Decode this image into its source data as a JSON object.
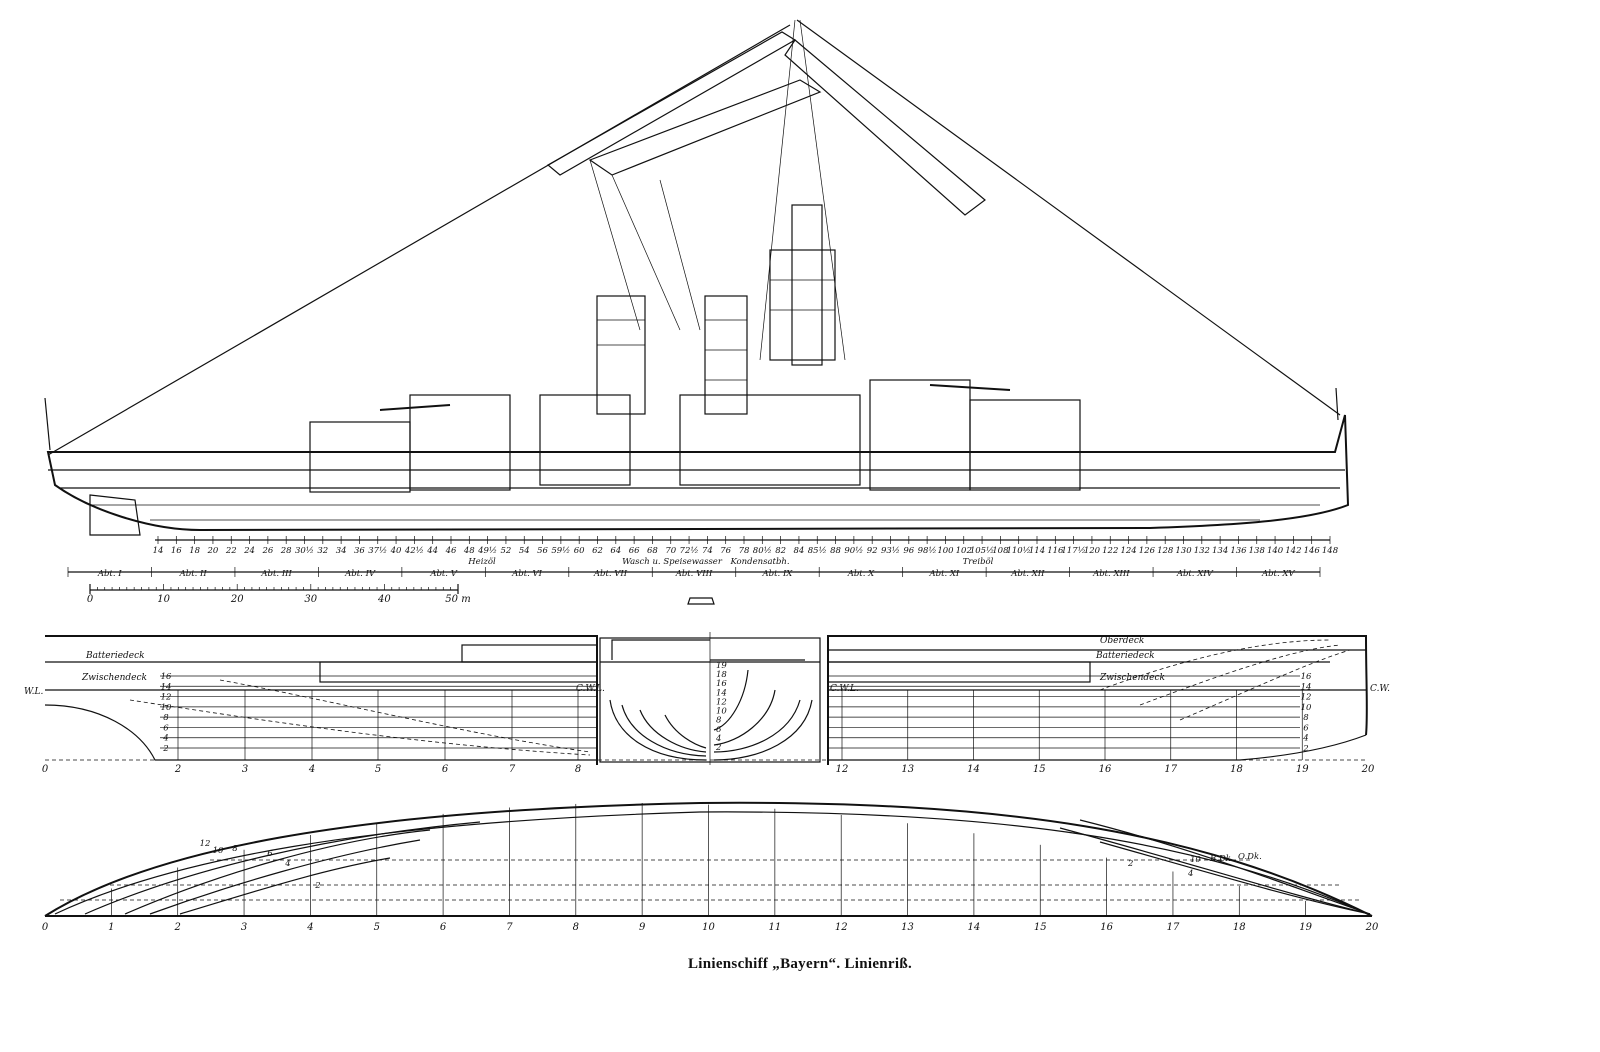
{
  "caption": "Linienschiff „Bayern“. Linienriß.",
  "profile": {
    "frame_numbers": [
      "14",
      "16",
      "18",
      "20",
      "22",
      "24",
      "26",
      "28",
      "30½",
      "32",
      "34",
      "36",
      "37½",
      "40",
      "42½",
      "44",
      "46",
      "48",
      "49½",
      "52",
      "54",
      "56",
      "59½",
      "60",
      "62",
      "64",
      "66",
      "68",
      "70",
      "72½",
      "74",
      "76",
      "78",
      "80½",
      "82",
      "84",
      "85½",
      "88",
      "90½",
      "92",
      "93½",
      "96",
      "98½",
      "100",
      "102",
      "105½",
      "108",
      "110½",
      "114",
      "116",
      "117½",
      "120",
      "122",
      "124",
      "126",
      "128",
      "130",
      "132",
      "134",
      "136",
      "138",
      "140",
      "142",
      "146",
      "148"
    ],
    "compartments": [
      "Abt. I",
      "Abt. II",
      "Abt. III",
      "Abt. IV",
      "Abt. V",
      "Abt. VI",
      "Abt. VII",
      "Abt. VIII",
      "Abt. IX",
      "Abt. X",
      "Abt. XI",
      "Abt. XII",
      "Abt. XIII",
      "Abt. XIV",
      "Abt. XV"
    ],
    "hold_labels": [
      "Heizöl",
      "Wasch u. Speisewasser",
      "Kondensatbh.",
      "Treiböl"
    ],
    "scale_labels": [
      "0",
      "10",
      "20",
      "30",
      "40",
      "50 m"
    ]
  },
  "sheer": {
    "deck_labels": [
      "Batteriedeck",
      "Zwischendeck",
      "Oberdeck",
      "Batteriedeck",
      "Zwischendeck"
    ],
    "waterline_labels": [
      "W.L.",
      "C.W.L.",
      "C.W.L.",
      "C.W."
    ],
    "waterline_numbers_left": [
      "16",
      "14",
      "12",
      "10",
      "8",
      "6",
      "4",
      "2"
    ],
    "waterline_numbers_right": [
      "16",
      "14",
      "12",
      "10",
      "8",
      "6",
      "4",
      "2"
    ],
    "body_numbers": [
      "19",
      "18",
      "16",
      "14",
      "12",
      "10",
      "8",
      "6",
      "4",
      "2"
    ],
    "station_numbers_left": [
      "0",
      "2",
      "3",
      "4",
      "5",
      "6",
      "7",
      "8"
    ],
    "station_numbers_right": [
      "12",
      "13",
      "14",
      "15",
      "16",
      "17",
      "18",
      "19",
      "20"
    ]
  },
  "plan": {
    "station_numbers": [
      "0",
      "1",
      "2",
      "3",
      "4",
      "5",
      "6",
      "7",
      "8",
      "9",
      "10",
      "11",
      "12",
      "13",
      "14",
      "15",
      "16",
      "17",
      "18",
      "19",
      "20"
    ],
    "line_labels_left": [
      "12",
      "10",
      "8",
      "6",
      "4",
      "2"
    ],
    "line_labels_right": [
      "2",
      "4",
      "10",
      "B.Dk.",
      "O.Dk."
    ]
  }
}
